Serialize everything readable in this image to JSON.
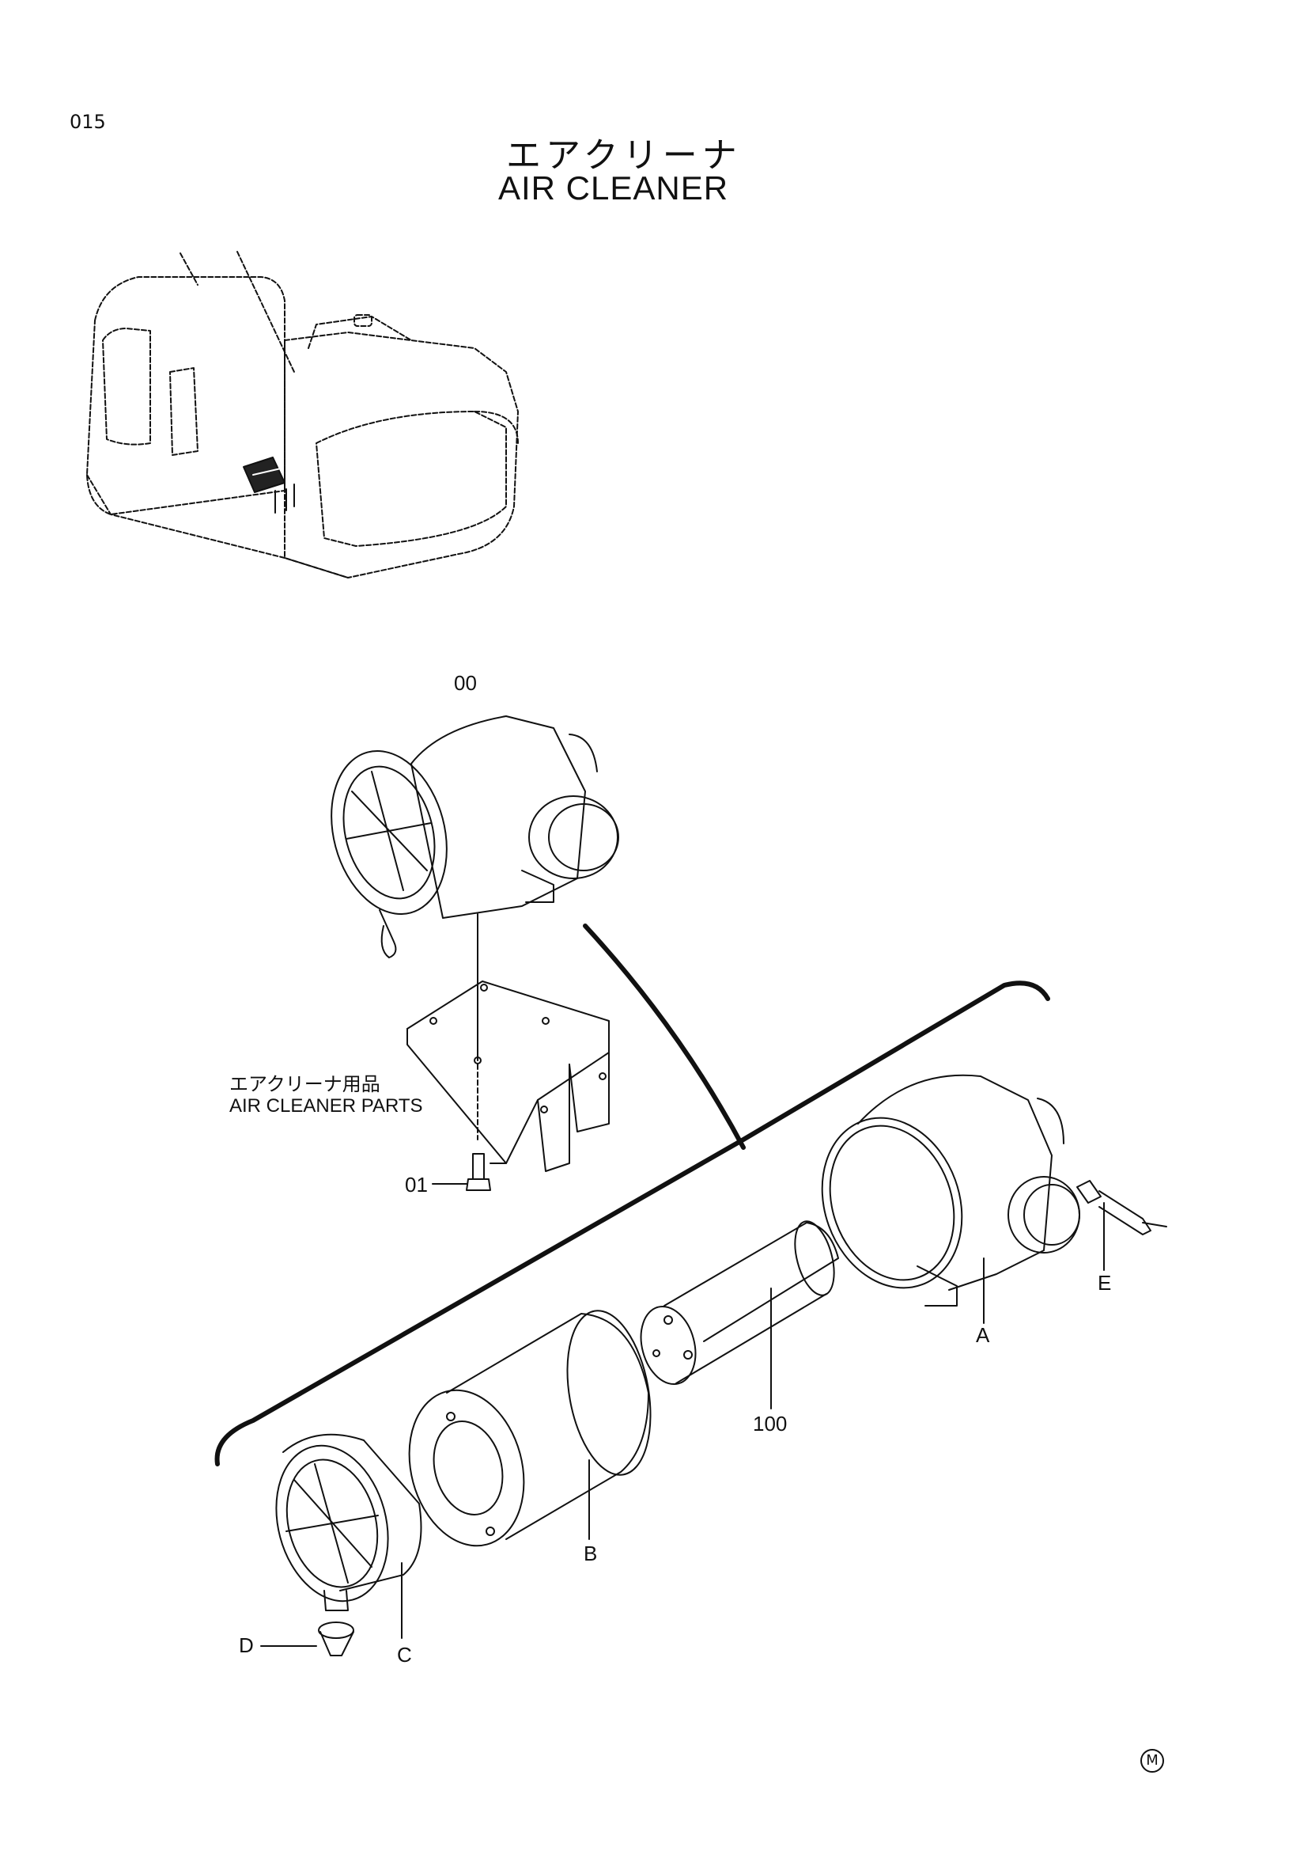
{
  "header": {
    "page_number": "015",
    "title_ja": "エアクリーナ",
    "title_en": "AIR  CLEANER"
  },
  "group_label": {
    "ja": "エアクリーナ用品",
    "en": "AIR CLEANER PARTS"
  },
  "callouts": {
    "assembly": "00",
    "bolt": "01",
    "element_inner": "100",
    "body": "A",
    "element_outer": "B",
    "cover": "C",
    "valve": "D",
    "indicator": "E"
  },
  "footer": {
    "mark": "M"
  }
}
